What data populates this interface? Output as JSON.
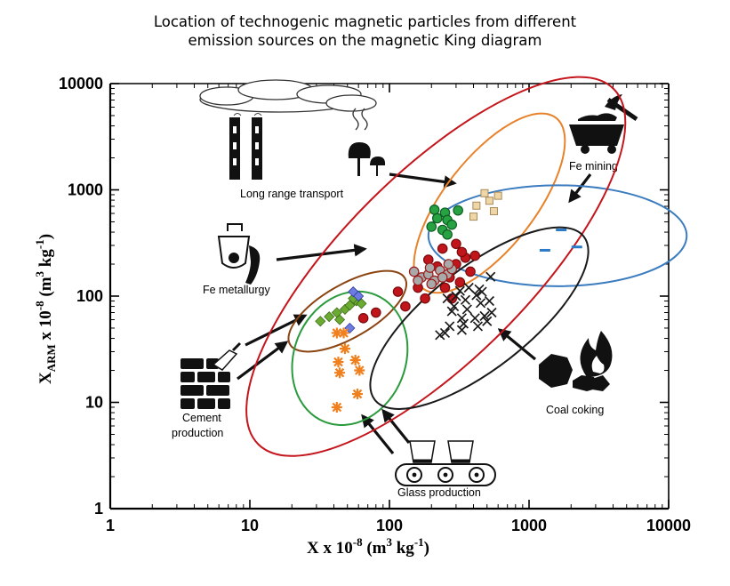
{
  "chart_data": {
    "type": "scatter",
    "title_lines": [
      "Location of technogenic magnetic particles from different",
      "emission sources on the magnetic King diagram"
    ],
    "xlabel": {
      "main": "X x 10",
      "exp": "-8",
      "unit_pre": " (m",
      "unit_exp": "3",
      "unit_mid": " kg",
      "unit_exp2": "-1",
      "unit_post": ")"
    },
    "ylabel": {
      "main": "X",
      "sub": "ARM",
      "rest": " x 10",
      "exp": "-8",
      "unit_pre": " (m",
      "unit_exp": "3",
      "unit_mid": " kg",
      "unit_exp2": "-1",
      "unit_post": ")"
    },
    "x_scale": "log",
    "y_scale": "log",
    "xlim": [
      1,
      10000
    ],
    "ylim": [
      1,
      10000
    ],
    "x_ticks": [
      1,
      10,
      100,
      1000,
      10000
    ],
    "x_tick_labels": [
      "1",
      "10",
      "100",
      "1000",
      "10000"
    ],
    "y_ticks": [
      1,
      10,
      100,
      1000,
      10000
    ],
    "y_tick_labels": [
      "1",
      "10",
      "100",
      "1000",
      "10000"
    ],
    "grid": false,
    "series": [
      {
        "source": "Long range transport",
        "marker": "square",
        "color": "#eed6a6",
        "stroke": "#a88a5a",
        "ellipse_color": "#e8822a",
        "ellipse": {
          "cx": 520,
          "cy": 750,
          "w": 1.55,
          "h": 0.85
        },
        "points": [
          [
            480,
            930
          ],
          [
            600,
            880
          ],
          [
            520,
            790
          ],
          [
            420,
            710
          ],
          [
            560,
            630
          ],
          [
            400,
            560
          ]
        ]
      },
      {
        "source": "Fe mining",
        "marker": "dash",
        "color": "#2a7ac8",
        "stroke": "#2a7ac8",
        "ellipse_color": "#3b7bbf",
        "ellipse": {
          "cx": 1600,
          "cy": 370,
          "w": 1.85,
          "h": 0.95
        },
        "points": [
          [
            1700,
            420
          ],
          [
            2200,
            290
          ],
          [
            1300,
            270
          ]
        ]
      },
      {
        "source": "Fe metallurgy",
        "marker": "circle",
        "color": "#c0161b",
        "stroke": "#7a0a0d",
        "ellipse_color": "#c4161c",
        "ellipse": {
          "cx": 215,
          "cy": 190,
          "w": 3.6,
          "h": 1.75
        },
        "points": [
          [
            350,
            230
          ],
          [
            300,
            200
          ],
          [
            380,
            170
          ],
          [
            270,
            150
          ],
          [
            320,
            135
          ],
          [
            240,
            280
          ],
          [
            300,
            310
          ],
          [
            220,
            190
          ],
          [
            190,
            220
          ],
          [
            330,
            260
          ],
          [
            410,
            240
          ],
          [
            160,
            120
          ],
          [
            250,
            120
          ],
          [
            180,
            95
          ],
          [
            130,
            80
          ],
          [
            80,
            70
          ],
          [
            65,
            62
          ],
          [
            115,
            110
          ],
          [
            280,
            95
          ]
        ]
      },
      {
        "source": "Fe metallurgy (grey)",
        "marker": "circle",
        "color": "#a9a9a9",
        "stroke": "#9a1a1a",
        "ellipse_color": "",
        "points": [
          [
            150,
            170
          ],
          [
            170,
            150
          ],
          [
            190,
            160
          ],
          [
            210,
            140
          ],
          [
            230,
            175
          ],
          [
            260,
            160
          ],
          [
            280,
            180
          ],
          [
            200,
            130
          ],
          [
            160,
            140
          ],
          [
            240,
            150
          ],
          [
            195,
            185
          ],
          [
            265,
            200
          ]
        ]
      },
      {
        "source": "Fe metallurgy (green)",
        "marker": "circle",
        "color": "#27a243",
        "stroke": "#0c5e20",
        "ellipse_color": "",
        "points": [
          [
            210,
            650
          ],
          [
            250,
            610
          ],
          [
            220,
            540
          ],
          [
            260,
            520
          ],
          [
            240,
            420
          ],
          [
            310,
            640
          ],
          [
            280,
            470
          ],
          [
            200,
            450
          ],
          [
            260,
            380
          ]
        ]
      },
      {
        "source": "Cement production",
        "marker": "diamond",
        "color": "#6cab32",
        "stroke": "#3b6d16",
        "ellipse_color": "#8b4513",
        "ellipse": {
          "cx": 50,
          "cy": 72,
          "w": 0.95,
          "h": 0.5
        },
        "points": [
          [
            37,
            64
          ],
          [
            42,
            70
          ],
          [
            48,
            75
          ],
          [
            52,
            82
          ],
          [
            58,
            90
          ],
          [
            32,
            58
          ],
          [
            44,
            60
          ],
          [
            55,
            95
          ],
          [
            63,
            85
          ]
        ]
      },
      {
        "source": "Cement production (blue)",
        "marker": "diamond",
        "color": "#6d7ce0",
        "stroke": "#2e3a9c",
        "ellipse_color": "",
        "points": [
          [
            55,
            110
          ],
          [
            60,
            100
          ],
          [
            52,
            50
          ]
        ]
      },
      {
        "source": "Glass production",
        "marker": "star",
        "color": "#f07f1e",
        "stroke": "#c65b00",
        "ellipse_color": "#2a9a3c",
        "ellipse": {
          "cx": 52,
          "cy": 26,
          "w": 0.98,
          "h": 1.05
        },
        "points": [
          [
            42,
            45
          ],
          [
            47,
            45
          ],
          [
            48,
            32
          ],
          [
            43,
            24
          ],
          [
            57,
            25
          ],
          [
            61,
            20
          ],
          [
            44,
            19
          ],
          [
            59,
            12
          ],
          [
            42,
            9
          ]
        ]
      },
      {
        "source": "Coal coking",
        "marker": "x",
        "color": "#1a1a1a",
        "stroke": "#1a1a1a",
        "ellipse_color": "#1a1a1a",
        "ellipse": {
          "cx": 440,
          "cy": 62,
          "w": 1.9,
          "h": 0.95
        },
        "points": [
          [
            320,
            112
          ],
          [
            370,
            120
          ],
          [
            440,
            116
          ],
          [
            530,
            152
          ],
          [
            260,
            95
          ],
          [
            300,
            100
          ],
          [
            350,
            92
          ],
          [
            420,
            102
          ],
          [
            290,
            80
          ],
          [
            360,
            75
          ],
          [
            450,
            86
          ],
          [
            520,
            90
          ],
          [
            280,
            72
          ],
          [
            330,
            62
          ],
          [
            410,
            62
          ],
          [
            480,
            65
          ],
          [
            540,
            70
          ],
          [
            270,
            52
          ],
          [
            340,
            55
          ],
          [
            430,
            52
          ],
          [
            500,
            58
          ],
          [
            250,
            45
          ],
          [
            330,
            48
          ],
          [
            230,
            43
          ],
          [
            460,
            110
          ]
        ]
      }
    ]
  },
  "sources": {
    "transport": "Long range transport",
    "mining": "Fe mining",
    "metallurgy": "Fe metallurgy",
    "cement1": "Cement",
    "cement2": "production",
    "coal": "Coal coking",
    "glass": "Glass production"
  }
}
